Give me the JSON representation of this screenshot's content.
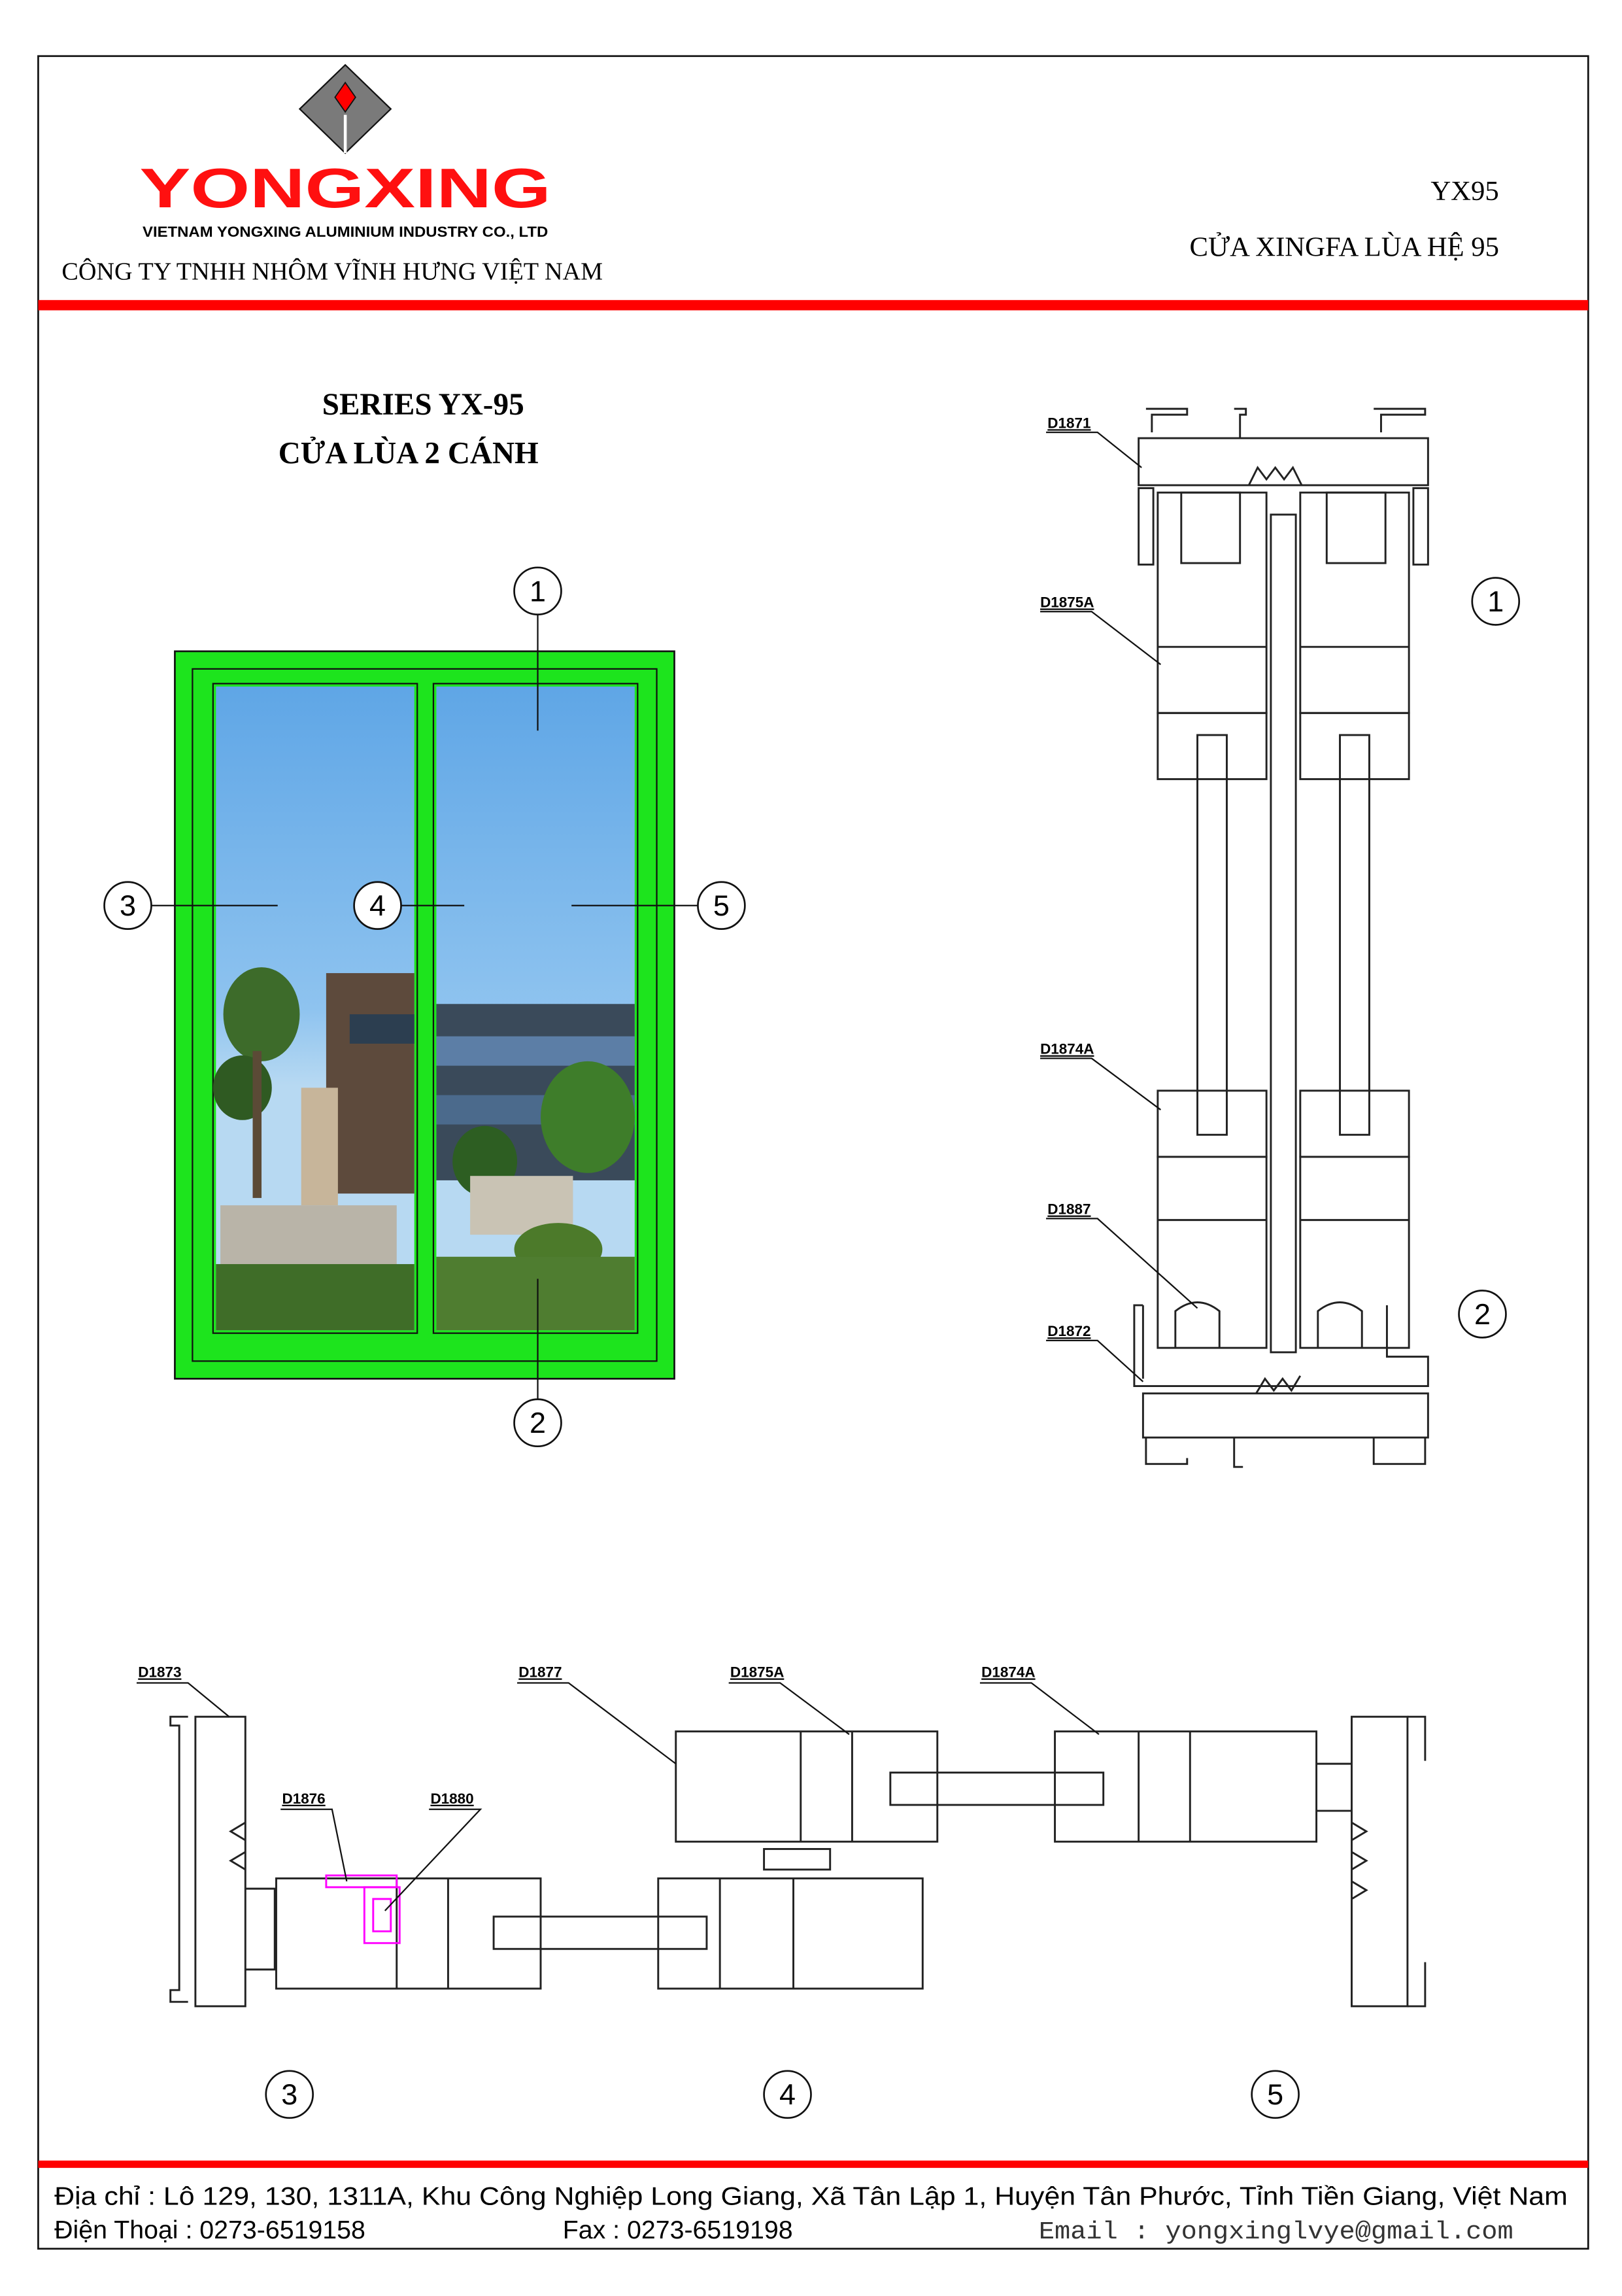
{
  "header": {
    "logo_text": "YONGXING",
    "logo_subtitle": "VIETNAM YONGXING ALUMINIUM INDUSTRY CO., LTD",
    "company_name": "CÔNG TY TNHH NHÔM VĨNH HƯNG VIỆT NAM",
    "product_code": "YX95",
    "product_name": "CỬA XINGFA LÙA HỆ 95"
  },
  "title": {
    "series": "SERIES YX-95",
    "door_type": "CỬA LÙA 2 CÁNH"
  },
  "elevation": {
    "callouts": [
      "1",
      "2",
      "3",
      "4",
      "5"
    ]
  },
  "vertical_section": {
    "labels": [
      "D1871",
      "D1875A",
      "D1874A",
      "D1887",
      "D1872"
    ],
    "callouts": [
      "1",
      "2"
    ]
  },
  "horizontal_section": {
    "labels": [
      "D1873",
      "D1877",
      "D1875A",
      "D1874A",
      "D1876",
      "D1880"
    ],
    "callouts": [
      "3",
      "4",
      "5"
    ]
  },
  "footer": {
    "address": "Địa chỉ : Lô 129, 130, 1311A, Khu Công Nghiệp Long Giang, Xã Tân Lập 1, Huyện Tân Phước, Tỉnh Tiền Giang, Việt Nam",
    "phone": "Điện Thoại : 0273-6519158",
    "fax": "Fax : 0273-6519198",
    "email": "Email : yongxinglvye@gmail.com"
  },
  "colors": {
    "accent_red": "#ff0000",
    "frame_green": "#1de41d",
    "gasket_magenta": "#ff00ff"
  }
}
